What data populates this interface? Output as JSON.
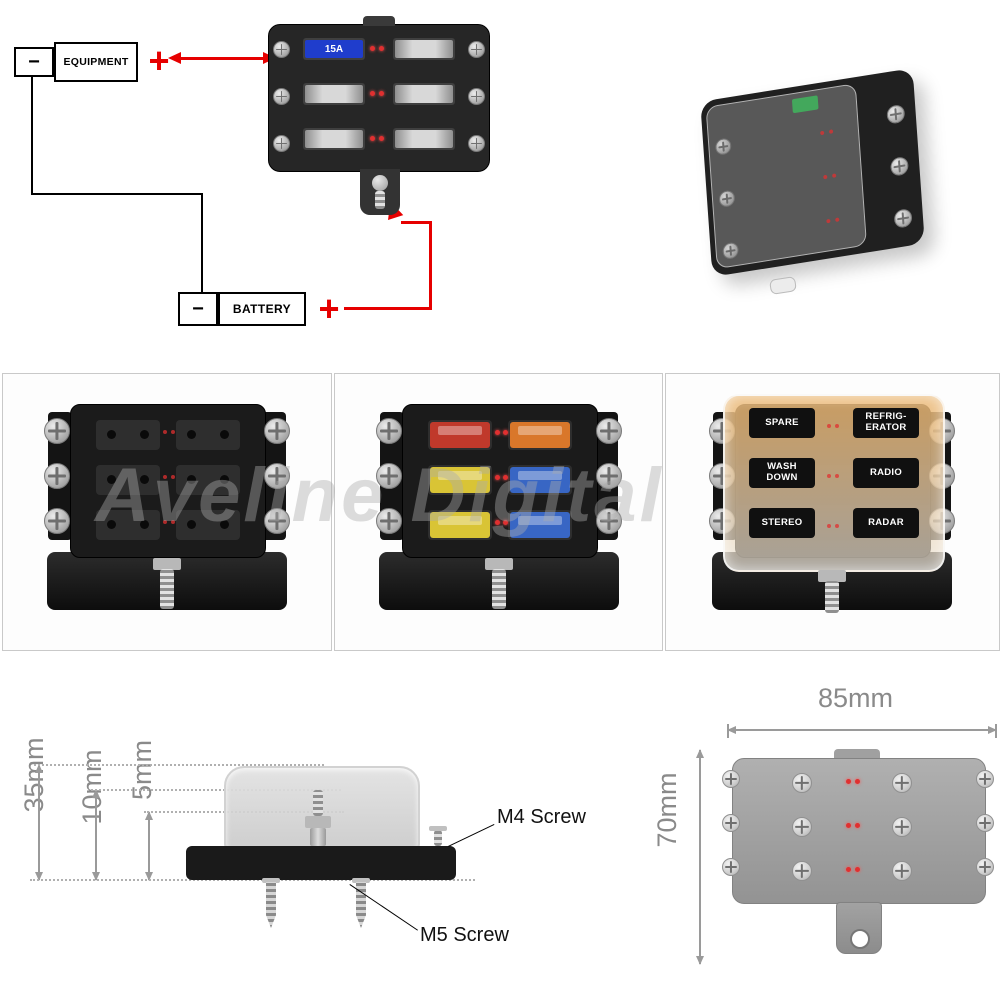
{
  "wiring_diagram": {
    "equipment": {
      "minus": "−",
      "label": "EQUIPMENT",
      "plus": "+"
    },
    "battery": {
      "minus": "−",
      "label": "BATTERY",
      "plus": "+"
    },
    "fuse_rating": "15A"
  },
  "gallery": {
    "watermark": "Aveline Digital",
    "fuse_colors": {
      "r1c1": "#c0392b",
      "r1c2": "#d9772a",
      "r2c1": "#d9c435",
      "r2c2": "#3866c4",
      "r3c1": "#d9c435",
      "r3c2": "#3866c4"
    },
    "cover_labels": [
      {
        "line1": "SPARE",
        "line2": ""
      },
      {
        "line1": "REFRIG-",
        "line2": "ERATOR"
      },
      {
        "line1": "WASH",
        "line2": "DOWN"
      },
      {
        "line1": "RADIO",
        "line2": ""
      },
      {
        "line1": "STEREO",
        "line2": ""
      },
      {
        "line1": "RADAR",
        "line2": ""
      }
    ]
  },
  "dimensions": {
    "side_view": {
      "total_height": "35mm",
      "base_height": "10mm",
      "stud_height": "5mm",
      "screw_top": "M4 Screw",
      "screw_bottom": "M5 Screw"
    },
    "front_view": {
      "width": "85mm",
      "height": "70mm"
    }
  },
  "colors": {
    "positive_wire": "#e60000",
    "negative_wire": "#000000",
    "fuse_15a_blue": "#1f3dcc",
    "led_red": "#e03030",
    "body_black": "#1b1b1b",
    "metal_silver": "#c8c8c8",
    "dimension_gray": "#8a8a8a"
  }
}
